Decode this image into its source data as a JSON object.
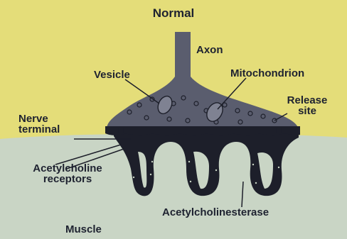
{
  "diagram": {
    "title": "Normal",
    "labels": {
      "axon": "Axon",
      "vesicle": "Vesicle",
      "mitochondrion": "Mitochondrion",
      "release_site_line1": "Release",
      "release_site_line2": "site",
      "nerve_terminal_line1": "Nerve",
      "nerve_terminal_line2": "terminal",
      "receptors_line1": "Acetylcholine",
      "receptors_line2": "receptors",
      "esterase": "Acetylcholinesterase",
      "muscle": "Muscle"
    },
    "colors": {
      "background": "#e4dd79",
      "muscle": "#c9d5c5",
      "terminal": "#5a5d6e",
      "dark_membrane": "#1d1f2a",
      "text": "#1e2230"
    }
  }
}
